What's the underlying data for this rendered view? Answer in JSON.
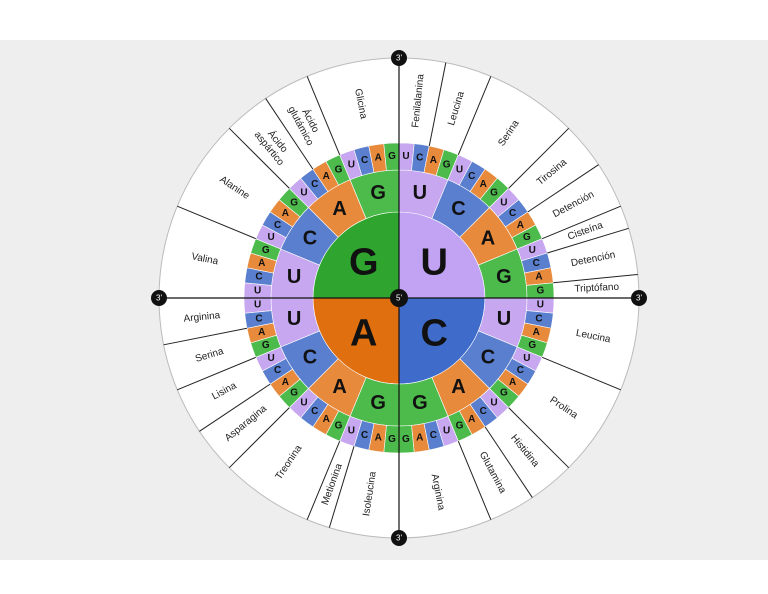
{
  "labels": {
    "five_prime": "5'",
    "three_prime": "3'"
  },
  "colors": {
    "G": "#4cbb4c",
    "U": "#c7a7f0",
    "A": "#e88a3c",
    "C": "#5a7fcf",
    "G_inner": "#2fa52f",
    "A_inner": "#e0700f",
    "C_inner": "#3f6ccb",
    "U_inner": "#c2a2f3"
  },
  "bases": [
    "U",
    "C",
    "A",
    "G"
  ],
  "first_order": [
    "G",
    "U",
    "C",
    "A"
  ],
  "amino_acids": [
    "Fenilalanina",
    "Leucina",
    "Serina",
    "Tirosina",
    "Detención",
    "Cisteína",
    "Detención",
    "Triptófano",
    "Leucina",
    "Prolina",
    "Histidina",
    "Glutamina",
    "Arginina",
    "Isoleucina",
    "Metionina",
    "Treonina",
    "Asparagina",
    "Lisina",
    "Serina",
    "Arginina",
    "Valina",
    "Alanine",
    "Ácido aspártico",
    "Ácido glutámico",
    "Glicina"
  ]
}
